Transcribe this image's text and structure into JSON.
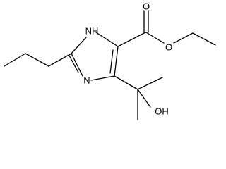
{
  "structure": {
    "colors": {
      "bond": "#000000",
      "label": "#000000",
      "background": "#ffffff"
    },
    "atom_labels": {
      "nh": "NH",
      "n": "N",
      "o_ester": "O",
      "o_carbonyl": "O",
      "oh": "OH"
    }
  }
}
